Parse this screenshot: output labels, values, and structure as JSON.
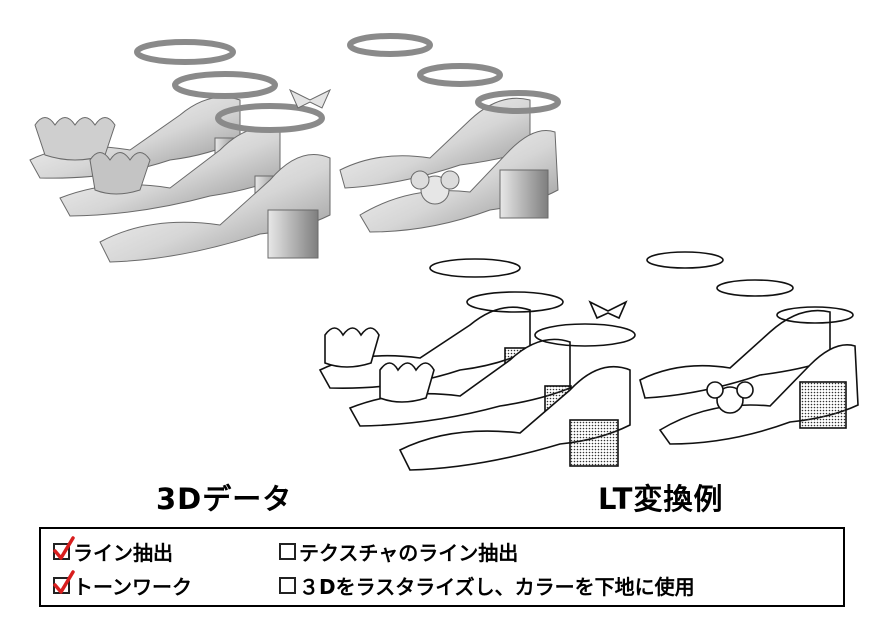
{
  "captions": {
    "left": "3Dデータ",
    "right": "LT変換例"
  },
  "options": [
    {
      "label": "ライン抽出",
      "checked": true
    },
    {
      "label": "トーンワーク",
      "checked": true
    },
    {
      "label": "テクスチャのライン抽出",
      "checked": false
    },
    {
      "label": "３Dをラスタライズし、カラーを下地に使用",
      "checked": false
    }
  ],
  "colors": {
    "checkmark": "#d81e1e",
    "shade_3d": "#9a9a9a",
    "line_art": "#111111"
  }
}
